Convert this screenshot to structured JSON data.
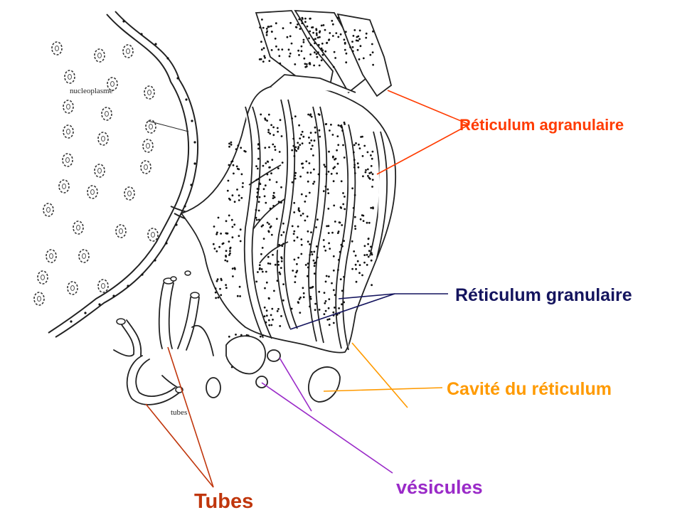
{
  "labels": {
    "reticulum_agranulaire": "Réticulum agranulaire",
    "reticulum_granulaire": "Réticulum granulaire",
    "cavite": "Cavité du réticulum",
    "vesicules": "vésicules",
    "tubes": "Tubes"
  },
  "drawing_text": {
    "nucleoplasme": "nucleoplasme",
    "tubes": "tubes"
  },
  "colors": {
    "agranulaire": "#ff3b00",
    "granulaire": "#14145e",
    "cavite": "#ff9a00",
    "vesicules": "#9a2ac8",
    "tubes": "#c0360c",
    "ink": "#222222"
  }
}
